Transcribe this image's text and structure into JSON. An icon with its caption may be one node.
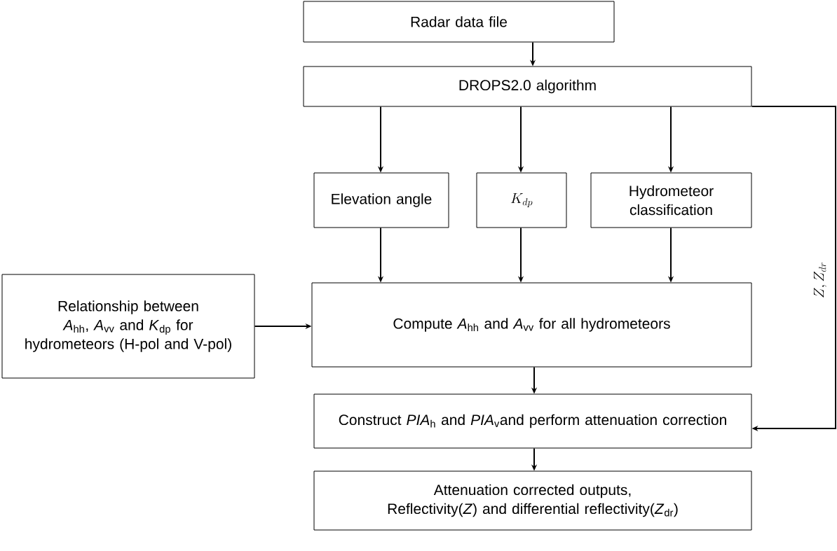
{
  "diagram": {
    "nodes": [
      {
        "text": [
          "Radar data file"
        ]
      },
      {
        "text": [
          "DROPS2.0 algorithm"
        ]
      },
      {
        "text": [
          "Elevation angle"
        ]
      },
      {
        "text": [
          "K_{dp}"
        ]
      },
      {
        "text": [
          "Hydrometeor classification"
        ]
      },
      {
        "text": [
          "Relationship between *A*$_{hh}$, *A*$_{vv}$ and *K*$_{dp}$ for hydrometeors (H-pol and V-pol)"
        ]
      },
      {
        "text": [
          "Compute *A*$_{hh}$ and *A*$_{vv}$ for all hydrometeors"
        ]
      },
      {
        "text": [
          "Construct *PIA*$_{h}$ and *PIA*$_{v}$and perform attenuation correction"
        ]
      },
      {
        "text": [
          "Attenuation corrected outputs, Reflectivity(*Z*) and differential reflectivity(*Z*$_{dr}$)"
        ]
      }
    ],
    "edges": [
      {
        "from": 0,
        "to": 1,
        "arrow": "to"
      },
      {
        "from": 1,
        "to": 2,
        "arrow": "to"
      },
      {
        "from": 1,
        "to": 3,
        "arrow": "to"
      },
      {
        "from": 1,
        "to": 4,
        "arrow": "to"
      },
      {
        "from": 2,
        "to": 6,
        "arrow": "to"
      },
      {
        "from": 3,
        "to": 6,
        "arrow": "to"
      },
      {
        "from": 4,
        "to": 6,
        "arrow": "to"
      },
      {
        "from": 5,
        "to": 6,
        "arrow": "to"
      },
      {
        "from": 6,
        "to": 7,
        "arrow": "to"
      },
      {
        "from": 1,
        "to": 7,
        "arrow": "to",
        "label": "Z, Z_{dr}"
      },
      {
        "from": 7,
        "to": 8,
        "arrow": "to"
      }
    ]
  }
}
